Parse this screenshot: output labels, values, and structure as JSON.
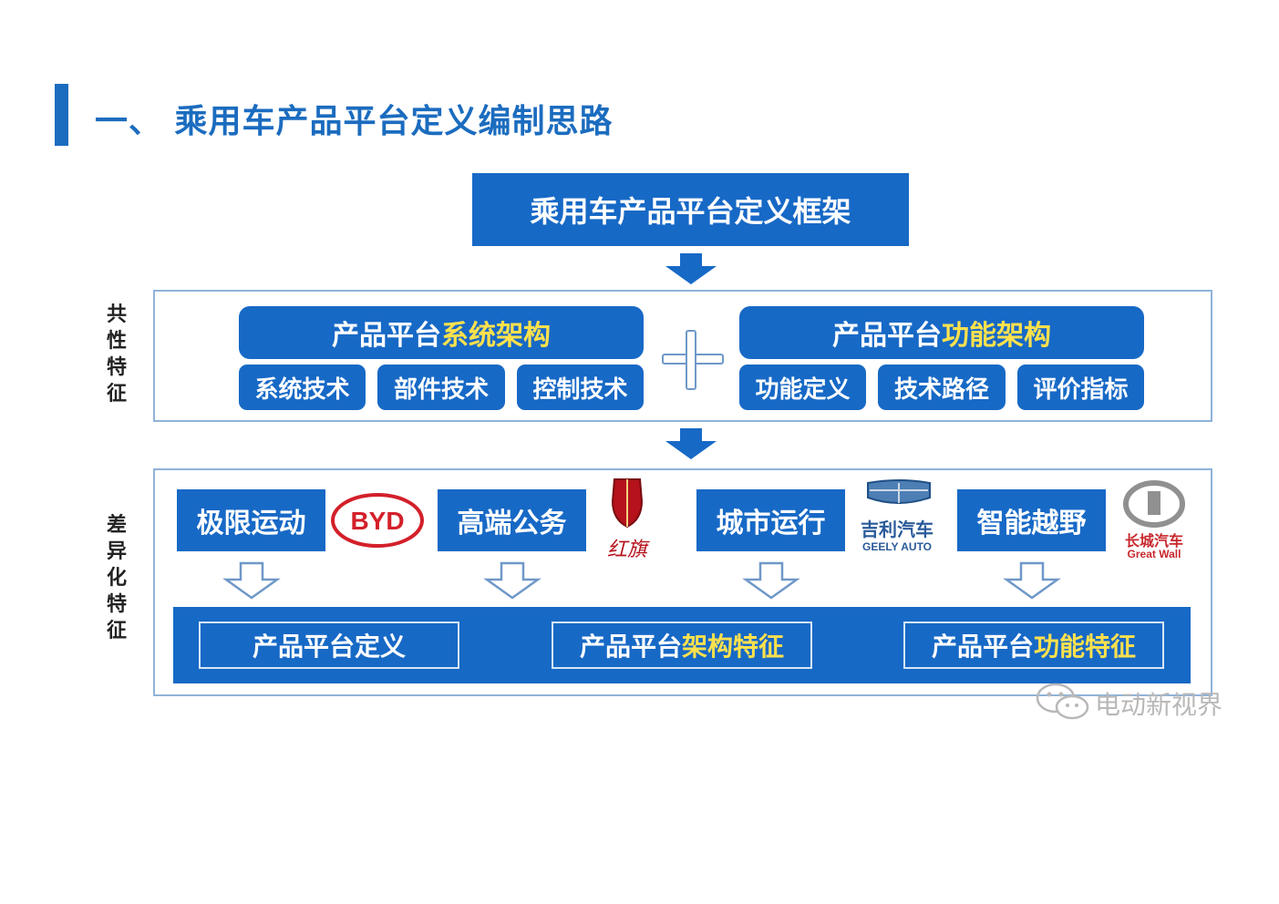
{
  "title": "一、 乘用车产品平台定义编制思路",
  "framework": "乘用车产品平台定义框架",
  "common_features": {
    "side_label": "共性特征",
    "system_architecture": {
      "prefix": "产品平台",
      "highlight": "系统架构",
      "items": [
        "系统技术",
        "部件技术",
        "控制技术"
      ]
    },
    "function_architecture": {
      "prefix": "产品平台",
      "highlight": "功能架构",
      "items": [
        "功能定义",
        "技术路径",
        "评价指标"
      ]
    }
  },
  "diff_features": {
    "side_label": "差异化特征",
    "scenarios": [
      {
        "label": "极限运动",
        "brand_logo_text": "BYD"
      },
      {
        "label": "高端公务",
        "brand_logo_text": "红旗"
      },
      {
        "label": "城市运行",
        "brand_logo_text": "吉利汽车",
        "brand_logo_subtext": "GEELY AUTO"
      },
      {
        "label": "智能越野",
        "brand_logo_text": "长城汽车",
        "brand_logo_subtext": "Great Wall"
      }
    ],
    "results": [
      {
        "prefix": "产品平台定义",
        "highlight": ""
      },
      {
        "prefix": "产品平台",
        "highlight": "架构特征"
      },
      {
        "prefix": "产品平台",
        "highlight": "功能特征"
      }
    ]
  },
  "watermark": "电动新视界",
  "colors": {
    "primary": "#1769c6",
    "highlight": "#ffe14d",
    "panel_border": "#8fb3d9",
    "byd_red": "#d3202a",
    "hongqi_red": "#b5121b"
  },
  "icons": [
    "down-arrow-icon",
    "plus-icon",
    "hollow-down-arrow-icon",
    "wechat-icon"
  ]
}
